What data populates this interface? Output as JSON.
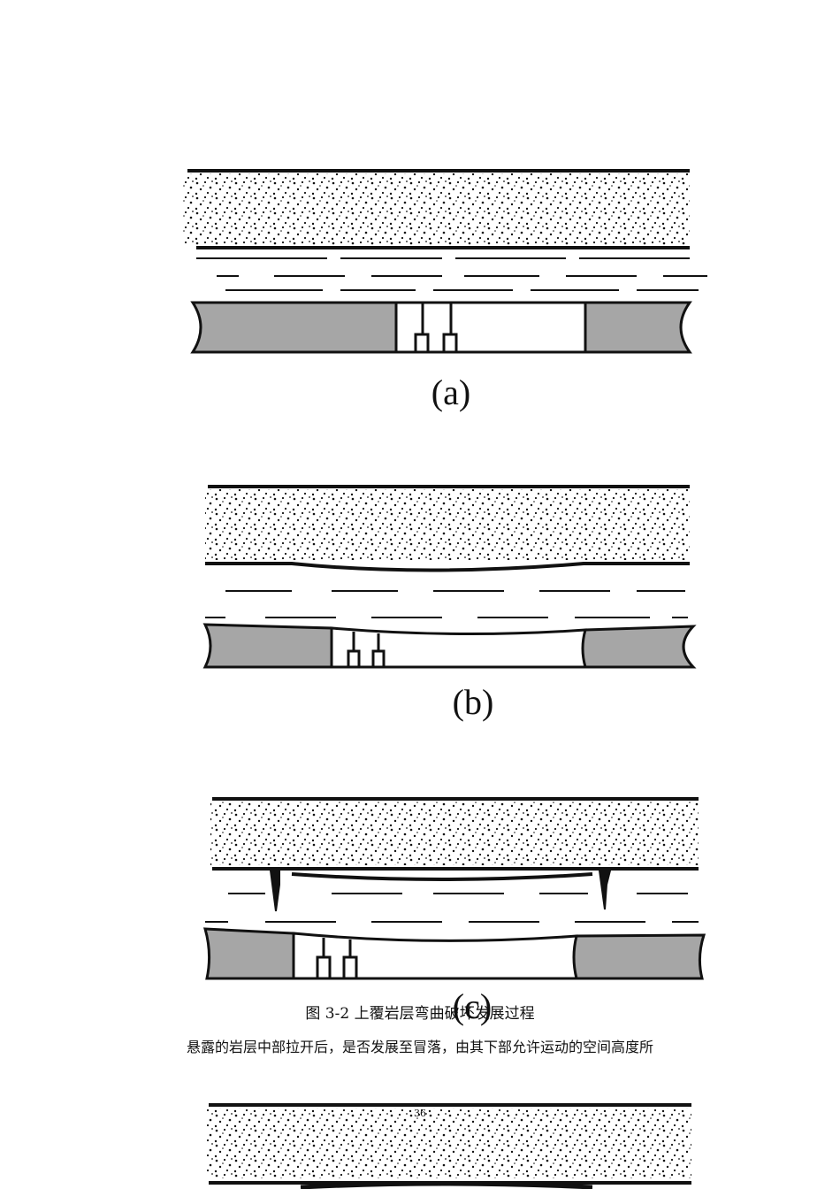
{
  "figure": {
    "panels": [
      {
        "id": "a",
        "label": "(a)"
      },
      {
        "id": "b",
        "label": "(b)"
      },
      {
        "id": "c",
        "label": "(c)"
      }
    ],
    "caption": "图 3-2  上覆岩层弯曲破坏发展过程"
  },
  "body_text": "悬露的岩层中部拉开后，是否发展至冒落，由其下部允许运动的空间高度所",
  "page_number": "36",
  "colors": {
    "coal": "#a6a6a6",
    "ink": "#111111",
    "paper": "#ffffff"
  }
}
